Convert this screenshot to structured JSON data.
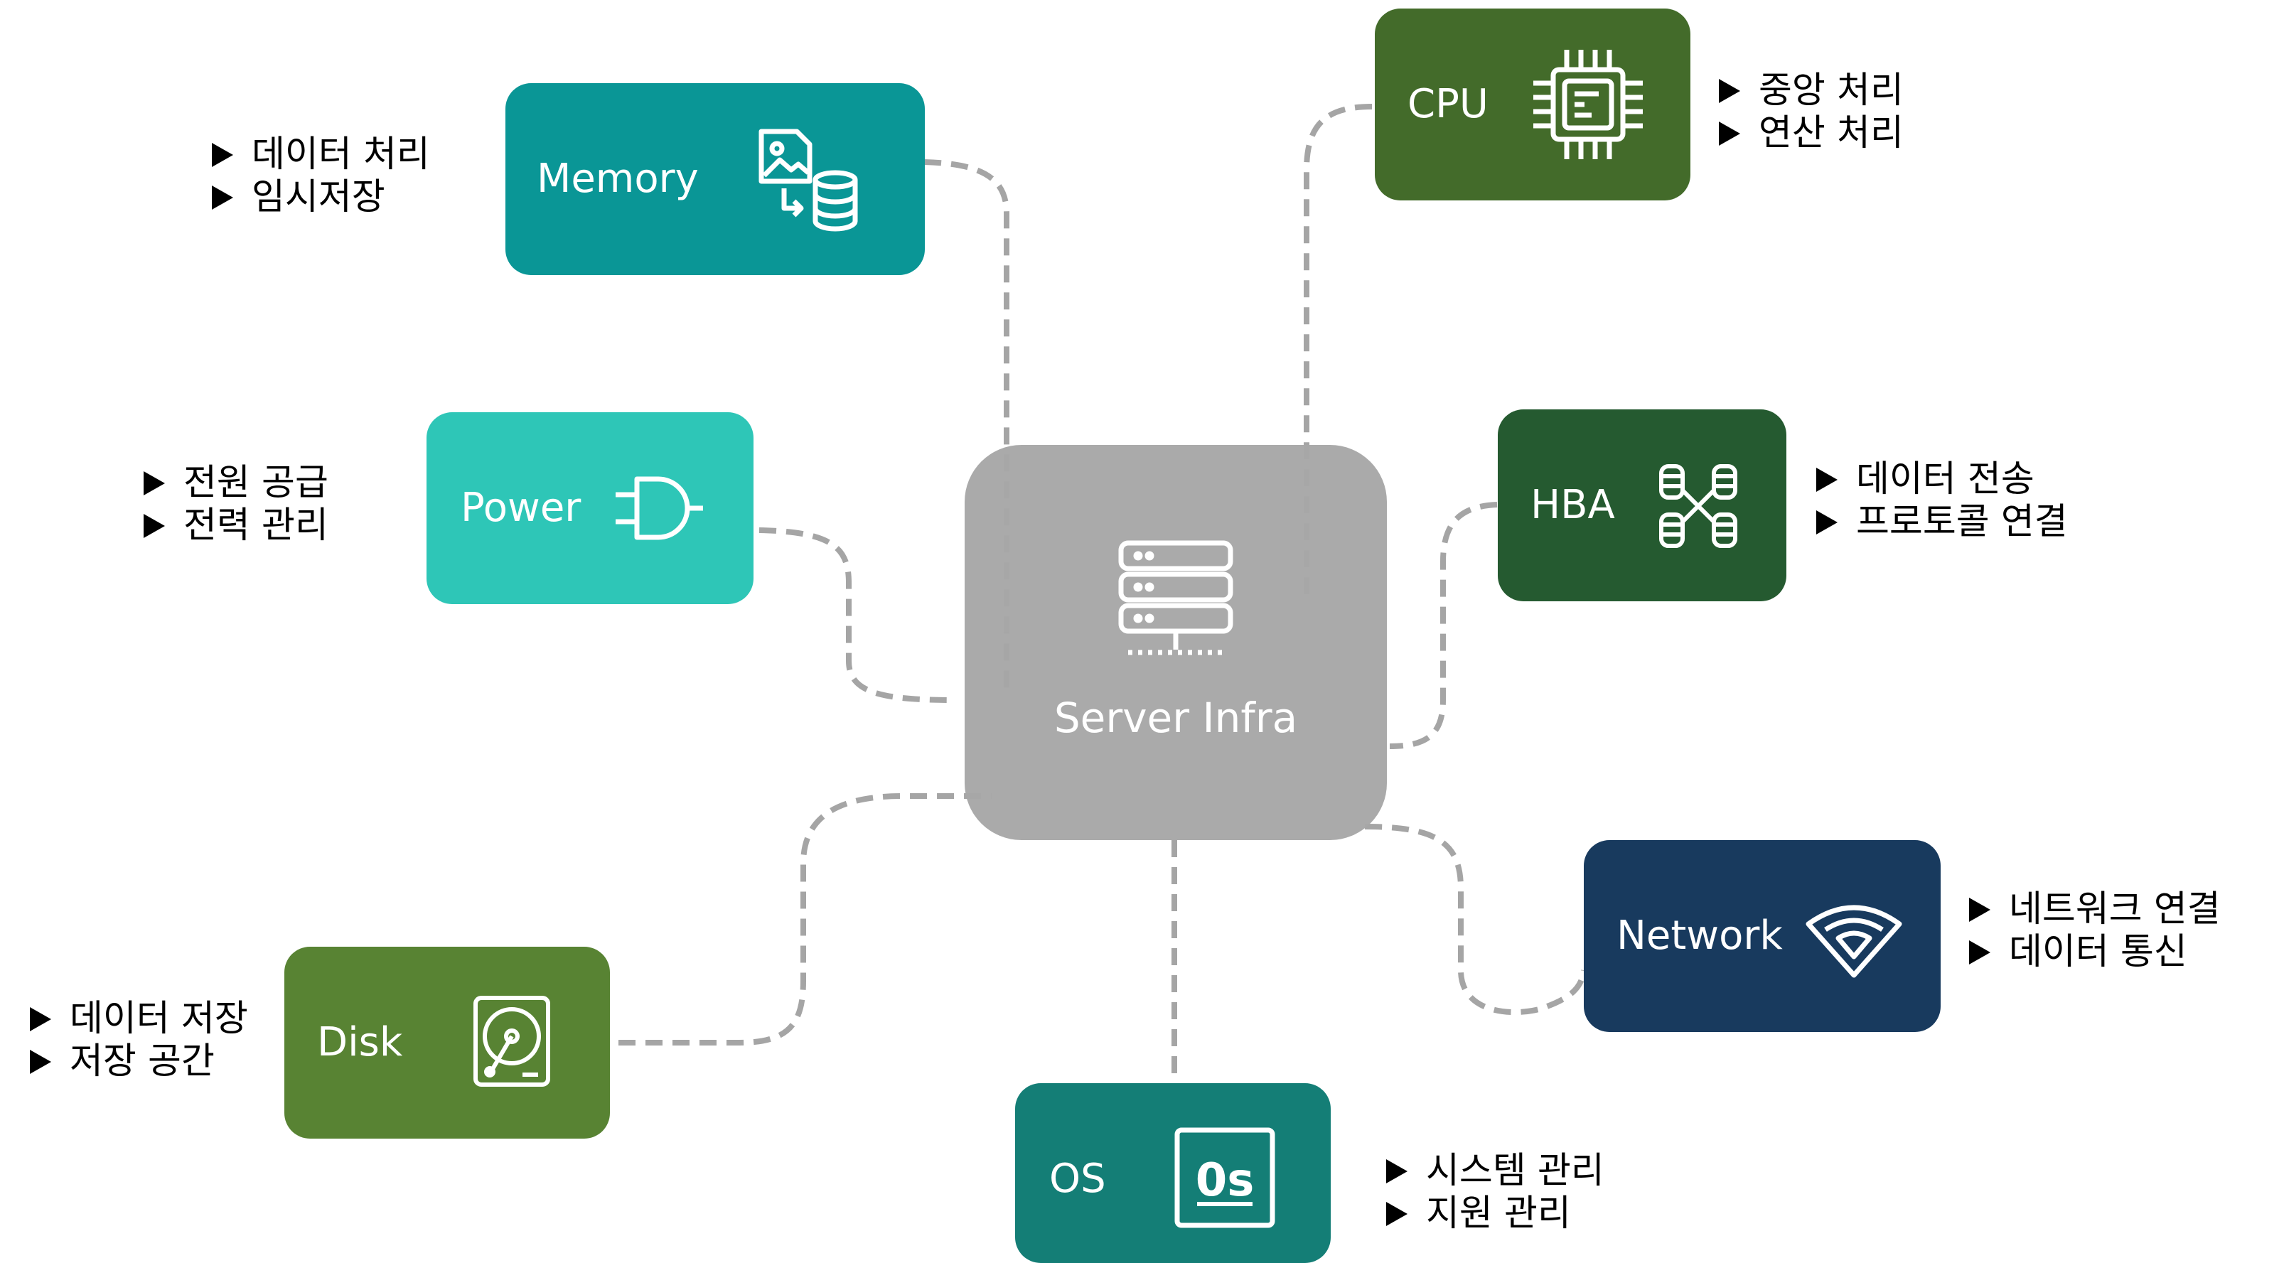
{
  "center": {
    "label": "Server Infra",
    "icon": "server-rack-icon",
    "color": "#a7a7a7"
  },
  "components": [
    {
      "id": "memory",
      "label": "Memory",
      "icon": "image-to-database-icon",
      "color": "#0a9696",
      "bullets": [
        "데이터 처리",
        "임시저장"
      ]
    },
    {
      "id": "cpu",
      "label": "CPU",
      "icon": "cpu-chip-icon",
      "color": "#436b2a",
      "bullets": [
        "중앙 처리",
        "연산 처리"
      ]
    },
    {
      "id": "power",
      "label": "Power",
      "icon": "power-plug-icon",
      "color": "#2ec6b7",
      "bullets": [
        "전원 공급",
        "전력 관리"
      ]
    },
    {
      "id": "hba",
      "label": "HBA",
      "icon": "hba-network-icon",
      "color": "#255a30",
      "bullets": [
        "데이터 전송",
        "프로토콜 연결"
      ]
    },
    {
      "id": "network",
      "label": "Network",
      "icon": "wireless-signal-icon",
      "color": "#183a5e",
      "bullets": [
        "네트워크 연결",
        "데이터 통신"
      ]
    },
    {
      "id": "disk",
      "label": "Disk",
      "icon": "hard-disk-icon",
      "color": "#588333",
      "bullets": [
        "데이터 저장",
        "저장 공간"
      ]
    },
    {
      "id": "os",
      "label": "OS",
      "icon": "os-badge-icon",
      "color": "#147e76",
      "bullets": [
        "시스템 관리",
        "지원 관리"
      ]
    }
  ],
  "connector_color": "#a5a5a5"
}
